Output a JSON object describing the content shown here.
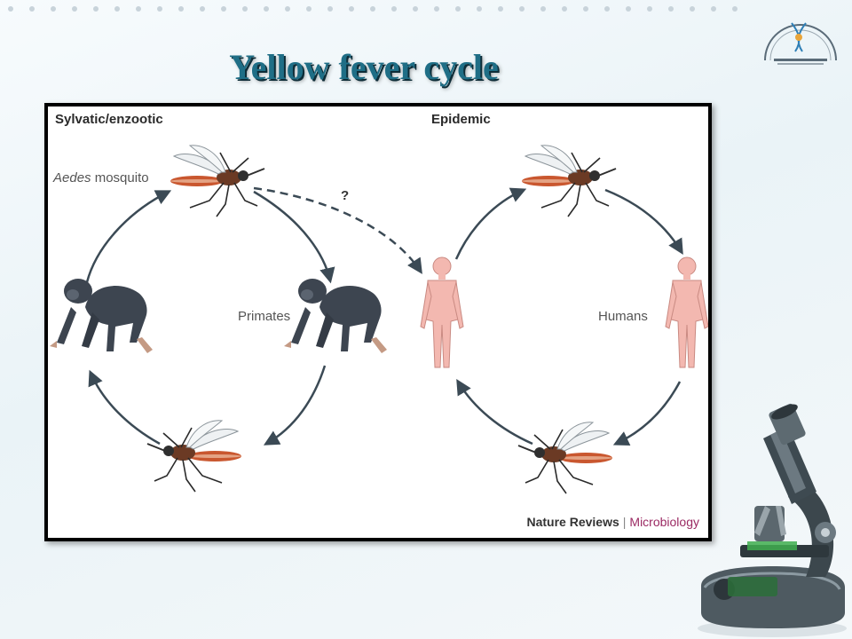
{
  "slide": {
    "title": "Yellow fever cycle"
  },
  "figure": {
    "panels": {
      "left_heading": "Sylvatic/enzootic",
      "right_heading": "Epidemic"
    },
    "labels": {
      "aedes_italic": "Aedes",
      "aedes_rest": " mosquito",
      "primates": "Primates",
      "humans": "Humans",
      "unknown_link": "?"
    },
    "credit": {
      "source": "Nature Reviews",
      "separator": "|",
      "journal": "Microbiology"
    }
  },
  "colors": {
    "title": "#1f6e86",
    "arrow": "#3b4a55",
    "mosquito_body": "#c9572f",
    "primate": "#3d4550",
    "human": "#f3b8b0",
    "credit_accent": "#9b2a63"
  },
  "icons": [
    "mosquito-icon",
    "primate-icon",
    "human-icon",
    "microscope-icon",
    "logo-icon"
  ]
}
